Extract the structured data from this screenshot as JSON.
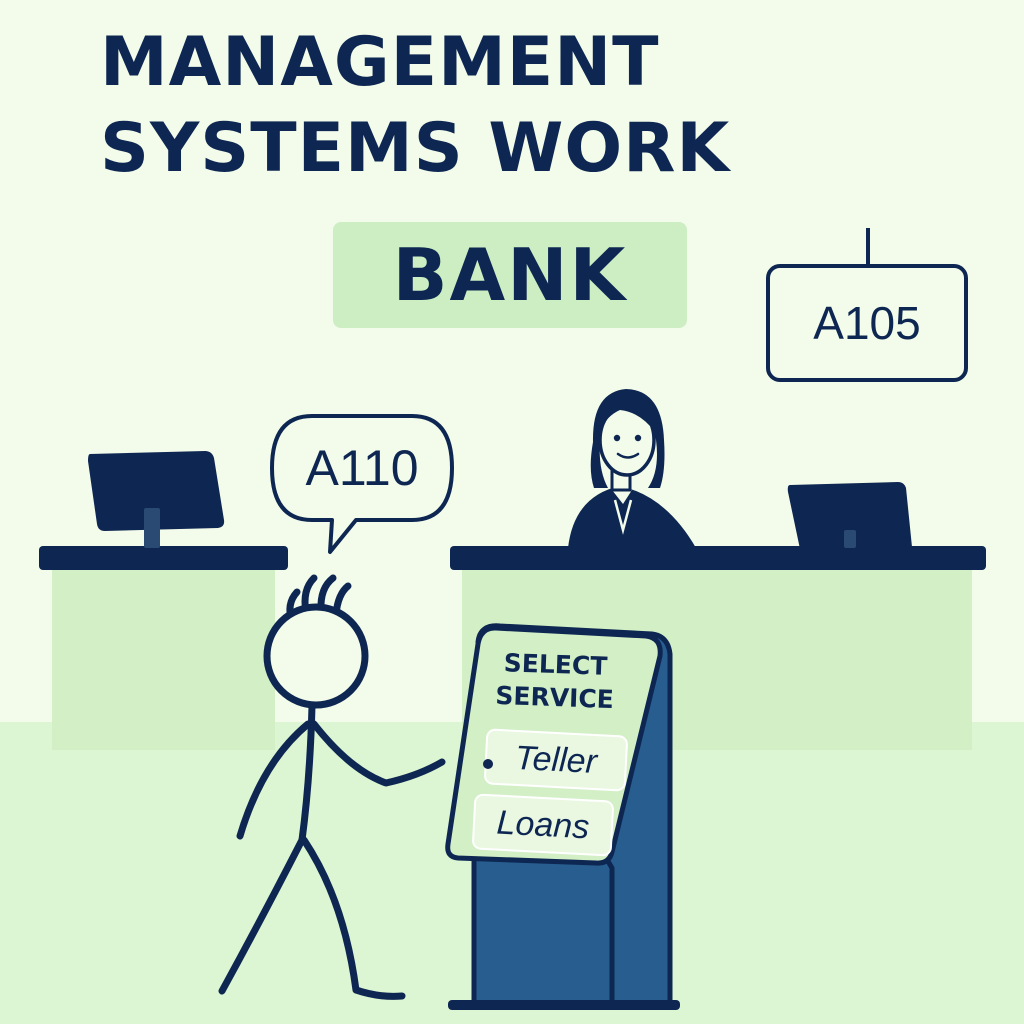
{
  "title": {
    "line1": "MANAGEMENT",
    "line2": "SYSTEMS WORK"
  },
  "bank_sign": "BANK",
  "now_serving_display": "A105",
  "customer_ticket": "A110",
  "kiosk": {
    "heading_line1": "SELECT",
    "heading_line2": "SERVICE",
    "options": [
      "Teller",
      "Loans"
    ]
  },
  "colors": {
    "navy": "#0e2752",
    "background": "#f3fbea",
    "floor": "#dcf5d2",
    "counter_front": "#d2efc6",
    "kiosk_blue": "#275d8f",
    "kiosk_screen": "#d2efc6"
  },
  "icons": [
    "computer-monitor-icon",
    "laptop-icon",
    "teller-person-icon",
    "customer-stick-figure-icon"
  ]
}
